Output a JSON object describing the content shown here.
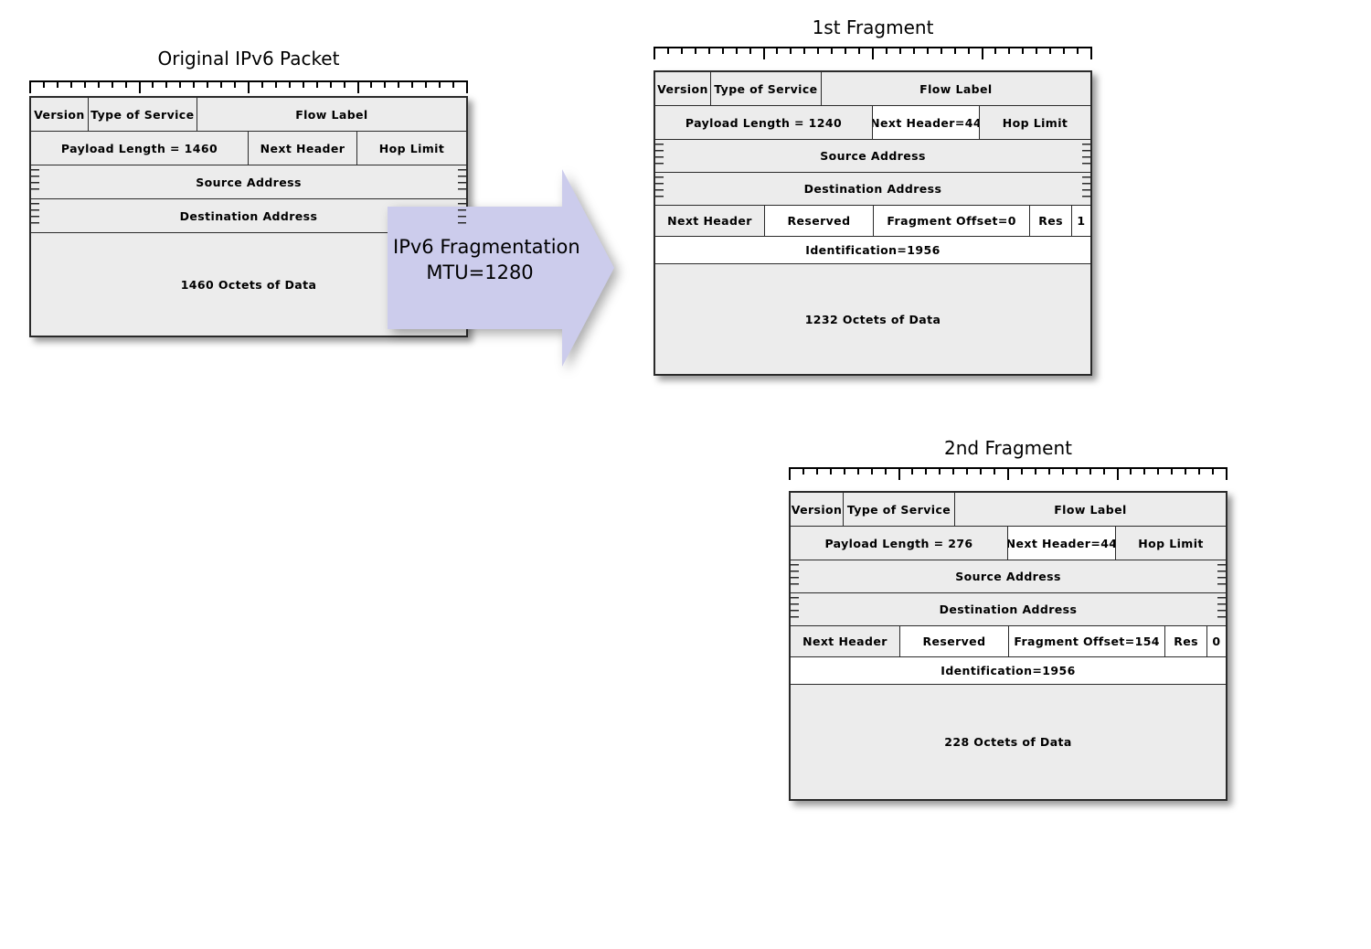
{
  "diagram": {
    "title_fragmentation_process": "IPv6 Fragmentation",
    "arrow": {
      "label_line1": "IPv6 Fragmentation",
      "label_line2": "MTU=1280",
      "fill_color": "#ccccec",
      "icon": "right-arrow-icon"
    },
    "colors": {
      "field_fill": "#ececec",
      "field_fill_highlight": "#ffffff",
      "border": "#2a2a2a",
      "arrow_fill": "#ccccec",
      "background": "#ffffff"
    },
    "ruler": {
      "total_bits": 32,
      "major_tick_every": 8,
      "description": "32-bit word ruler"
    },
    "packets": [
      {
        "id": "original-packet",
        "title": "Original IPv6 Packet",
        "rows": [
          {
            "name": "header-row-1",
            "cells": [
              {
                "label": "Version",
                "width_pct": 13.2,
                "fill": "gray"
              },
              {
                "label": "Type of Service",
                "width_pct": 25.0,
                "fill": "gray"
              },
              {
                "label": "Flow Label",
                "width_pct": 61.8,
                "fill": "gray"
              }
            ]
          },
          {
            "name": "header-row-2",
            "cells": [
              {
                "label": "Payload Length = 1460",
                "width_pct": 50.0,
                "fill": "gray"
              },
              {
                "label": "Next Header",
                "width_pct": 25.0,
                "fill": "gray"
              },
              {
                "label": "Hop Limit",
                "width_pct": 25.0,
                "fill": "gray"
              }
            ]
          },
          {
            "name": "source-address-row",
            "comb": true,
            "cells": [
              {
                "label": "Source Address",
                "width_pct": 100,
                "fill": "gray"
              }
            ]
          },
          {
            "name": "destination-address-row",
            "comb": true,
            "cells": [
              {
                "label": "Destination Address",
                "width_pct": 100,
                "fill": "gray"
              }
            ]
          },
          {
            "name": "payload-data-row",
            "cells": [
              {
                "label": "1460 Octets of Data",
                "width_pct": 100,
                "fill": "gray"
              }
            ]
          }
        ]
      },
      {
        "id": "first-fragment",
        "title": "1st Fragment",
        "rows": [
          {
            "name": "header-row-1",
            "cells": [
              {
                "label": "Version",
                "width_pct": 12.8,
                "fill": "gray"
              },
              {
                "label": "Type of Service",
                "width_pct": 25.4,
                "fill": "gray"
              },
              {
                "label": "Flow Label",
                "width_pct": 61.8,
                "fill": "gray"
              }
            ]
          },
          {
            "name": "header-row-2",
            "cells": [
              {
                "label": "Payload Length = 1240",
                "width_pct": 50.0,
                "fill": "gray"
              },
              {
                "label": "Next Header=44",
                "width_pct": 24.6,
                "fill": "white"
              },
              {
                "label": "Hop Limit",
                "width_pct": 25.4,
                "fill": "gray"
              }
            ]
          },
          {
            "name": "source-address-row",
            "comb": true,
            "cells": [
              {
                "label": "Source Address",
                "width_pct": 100,
                "fill": "gray"
              }
            ]
          },
          {
            "name": "destination-address-row",
            "comb": true,
            "cells": [
              {
                "label": "Destination Address",
                "width_pct": 100,
                "fill": "gray"
              }
            ]
          },
          {
            "name": "fragment-header-row",
            "cells": [
              {
                "label": "Next Header",
                "width_pct": 25.2,
                "fill": "gray"
              },
              {
                "label": "Reserved",
                "width_pct": 25.0,
                "fill": "white"
              },
              {
                "label": "Fragment Offset=0",
                "width_pct": 36.0,
                "fill": "white"
              },
              {
                "label": "Res",
                "width_pct": 9.6,
                "fill": "white"
              },
              {
                "label": "1",
                "width_pct": 4.2,
                "fill": "white"
              }
            ]
          },
          {
            "name": "identification-row",
            "cells": [
              {
                "label": "Identification=1956",
                "width_pct": 100,
                "fill": "white"
              }
            ]
          },
          {
            "name": "payload-data-row",
            "cells": [
              {
                "label": "1232 Octets of Data",
                "width_pct": 100,
                "fill": "gray"
              }
            ]
          }
        ]
      },
      {
        "id": "second-fragment",
        "title": "2nd Fragment",
        "rows": [
          {
            "name": "header-row-1",
            "cells": [
              {
                "label": "Version",
                "width_pct": 12.2,
                "fill": "gray"
              },
              {
                "label": "Type of Service",
                "width_pct": 25.6,
                "fill": "gray"
              },
              {
                "label": "Flow Label",
                "width_pct": 62.2,
                "fill": "gray"
              }
            ]
          },
          {
            "name": "header-row-2",
            "cells": [
              {
                "label": "Payload Length = 276",
                "width_pct": 50.0,
                "fill": "gray"
              },
              {
                "label": "Next Header=44",
                "width_pct": 24.8,
                "fill": "white"
              },
              {
                "label": "Hop Limit",
                "width_pct": 25.2,
                "fill": "gray"
              }
            ]
          },
          {
            "name": "source-address-row",
            "comb": true,
            "cells": [
              {
                "label": "Source Address",
                "width_pct": 100,
                "fill": "gray"
              }
            ]
          },
          {
            "name": "destination-address-row",
            "comb": true,
            "cells": [
              {
                "label": "Destination Address",
                "width_pct": 100,
                "fill": "gray"
              }
            ]
          },
          {
            "name": "fragment-header-row",
            "cells": [
              {
                "label": "Next Header",
                "width_pct": 25.2,
                "fill": "gray"
              },
              {
                "label": "Reserved",
                "width_pct": 25.0,
                "fill": "white"
              },
              {
                "label": "Fragment Offset=154",
                "width_pct": 36.0,
                "fill": "white"
              },
              {
                "label": "Res",
                "width_pct": 9.6,
                "fill": "white"
              },
              {
                "label": "0",
                "width_pct": 4.2,
                "fill": "white"
              }
            ]
          },
          {
            "name": "identification-row",
            "cells": [
              {
                "label": "Identification=1956",
                "width_pct": 100,
                "fill": "white"
              }
            ]
          },
          {
            "name": "payload-data-row",
            "cells": [
              {
                "label": "228 Octets of Data",
                "width_pct": 100,
                "fill": "gray"
              }
            ]
          }
        ]
      }
    ]
  }
}
